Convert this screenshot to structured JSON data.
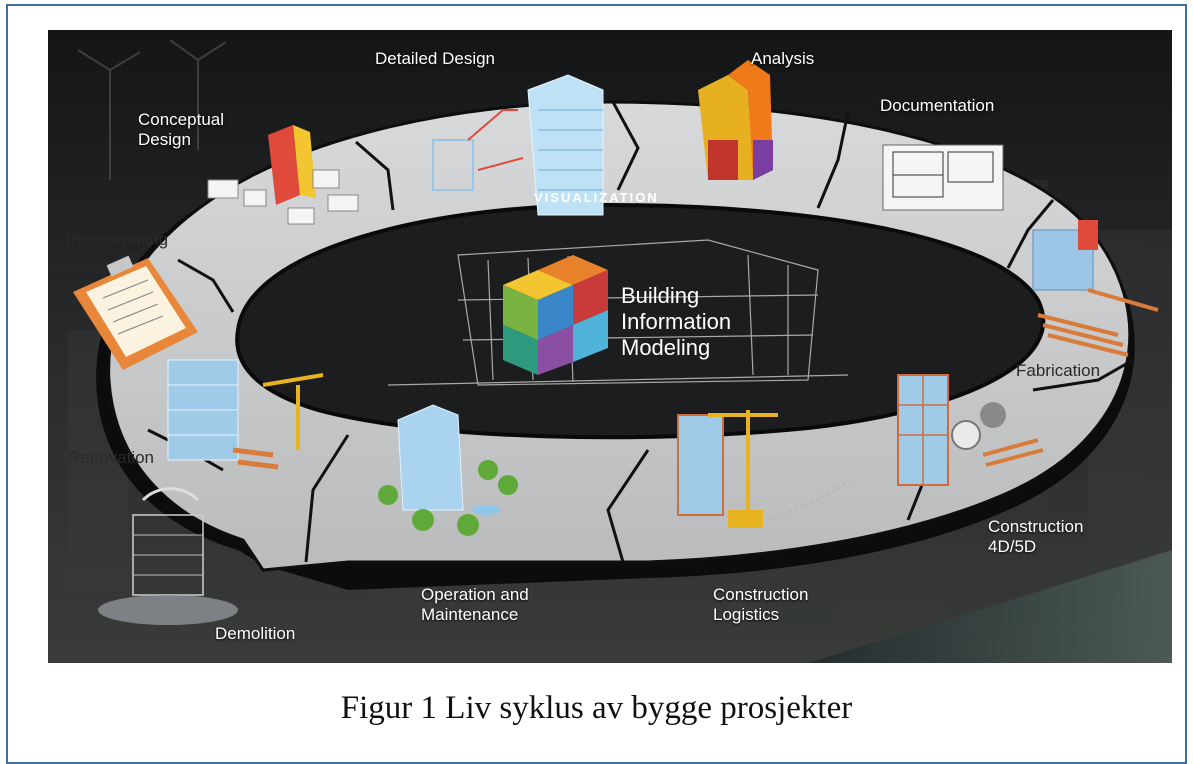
{
  "diagram": {
    "center_title_lines": [
      "Building",
      "Information",
      "Modeling"
    ],
    "ring_label": "VISUALIZATION",
    "stages": {
      "conceptual_design_lines": [
        "Conceptual",
        "Design"
      ],
      "detailed_design": "Detailed Design",
      "analysis": "Analysis",
      "documentation": "Documentation",
      "fabrication": "Fabrication",
      "construction_4d5d_lines": [
        "Construction",
        "4D/5D"
      ],
      "construction_logistics_lines": [
        "Construction",
        "Logistics"
      ],
      "operation_maintenance_lines": [
        "Operation and",
        "Maintenance"
      ],
      "demolition": "Demolition",
      "renovation": "Renovation",
      "programming": "Programming"
    }
  },
  "caption": "Figur 1 Liv syklus av bygge prosjekter",
  "colors": {
    "ring": "#c9cbcc",
    "ring_edge": "#0e0e0e",
    "background": "#1a1b1c",
    "cube_colors": [
      "#e8822b",
      "#c93a3a",
      "#3b86c8",
      "#79b342",
      "#8a4fa3",
      "#f2c531"
    ]
  }
}
